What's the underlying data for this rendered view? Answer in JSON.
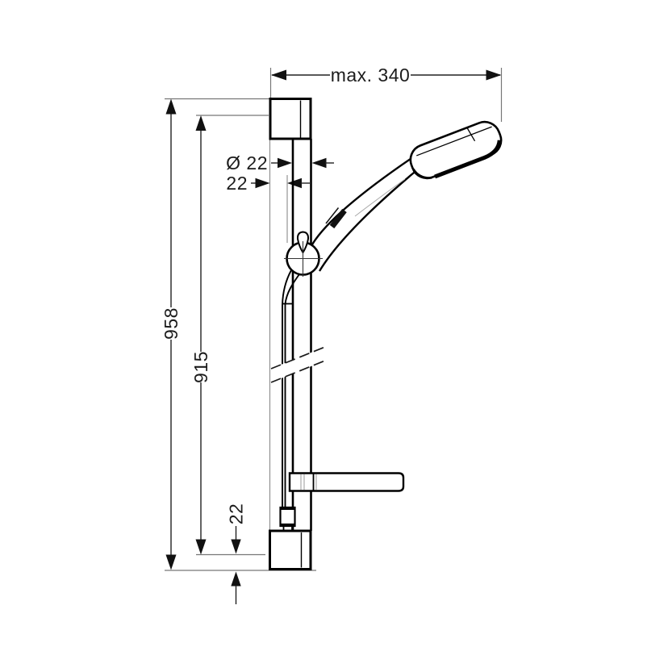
{
  "drawing": {
    "kind": "technical-dimension-drawing",
    "subject": "shower slide bar with hand shower, soap dish and wall brackets",
    "colors": {
      "background": "#ffffff",
      "object_line": "#000000",
      "dimension_line": "#222222",
      "extension_line": "#777777",
      "arrow_fill": "#111111"
    },
    "labels": {
      "max_width": "max. 340",
      "rail_diameter": "Ø 22",
      "wall_offset": "22",
      "total_height": "958",
      "hole_spacing": "915",
      "bottom_offset": "22"
    }
  }
}
